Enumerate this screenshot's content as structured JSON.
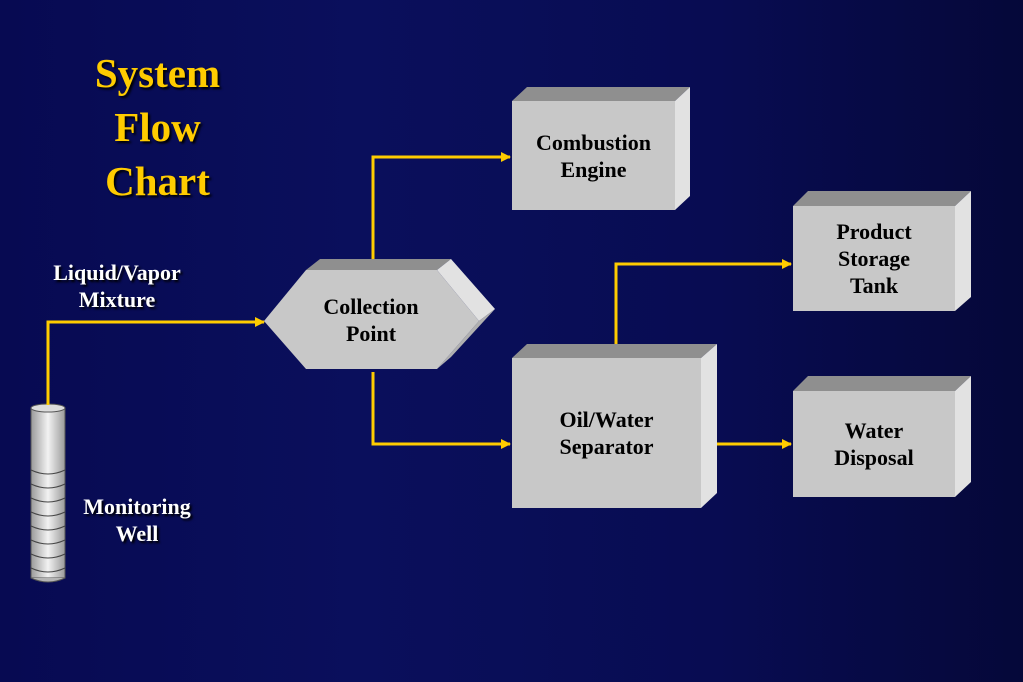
{
  "title": {
    "line1": "System",
    "line2": "Flow",
    "line3": "Chart"
  },
  "labels": {
    "mixture": {
      "line1": "Liquid/Vapor",
      "line2": "Mixture"
    },
    "well": {
      "line1": "Monitoring",
      "line2": "Well"
    }
  },
  "nodes": {
    "collection": {
      "line1": "Collection",
      "line2": "Point"
    },
    "engine": {
      "line1": "Combustion",
      "line2": "Engine"
    },
    "separator": {
      "line1": "Oil/Water",
      "line2": "Separator"
    },
    "storage": {
      "line1": "Product",
      "line2": "Storage",
      "line3": "Tank"
    },
    "disposal": {
      "line1": "Water",
      "line2": "Disposal"
    }
  },
  "colors": {
    "arrow": "#ffcc00",
    "title": "#ffcc00",
    "box_face": "#c8c8c8",
    "box_top": "#8f8f8f",
    "box_side": "#e2e2e2"
  }
}
